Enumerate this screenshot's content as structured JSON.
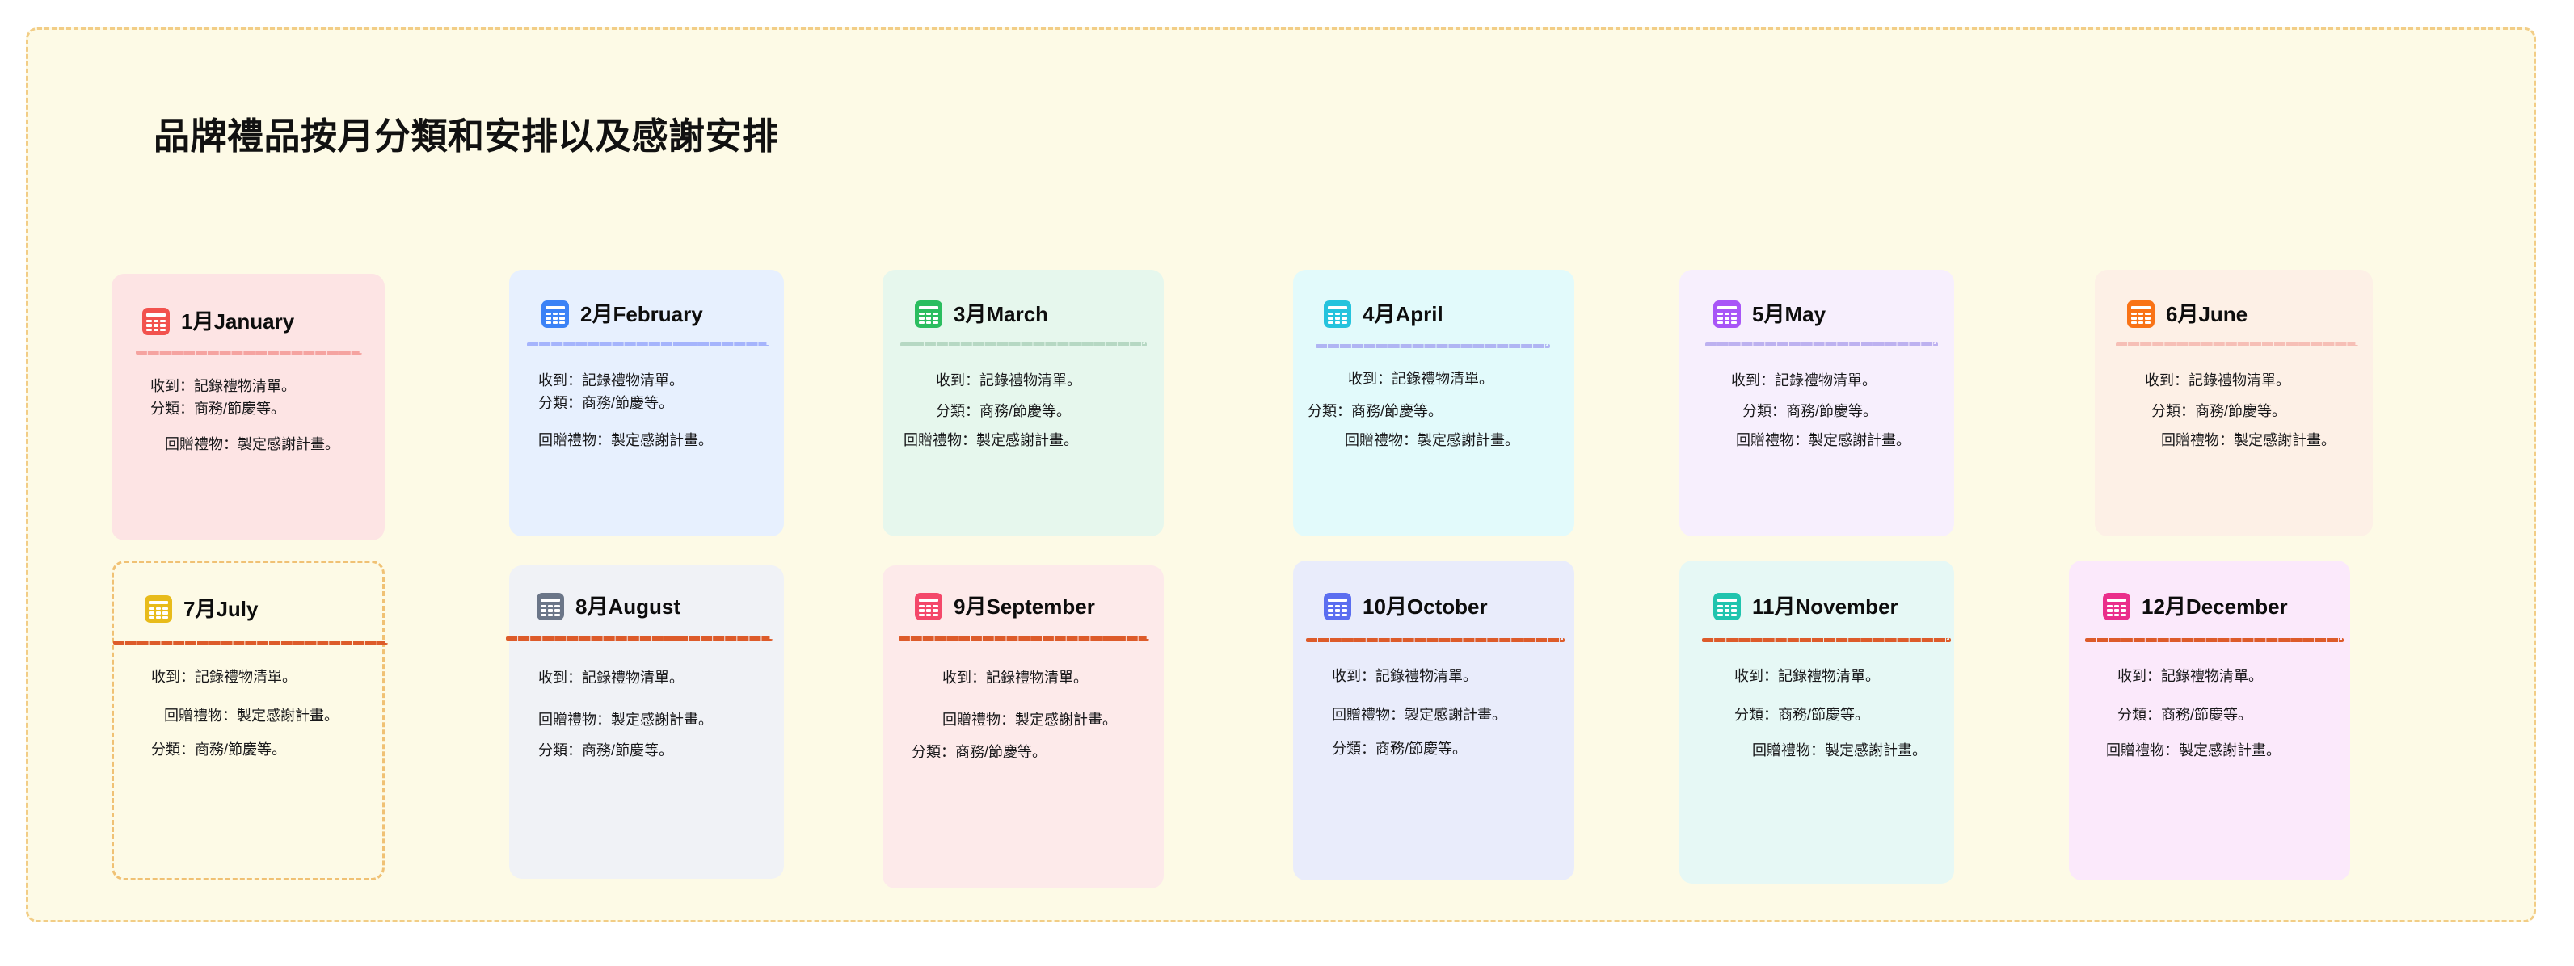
{
  "poster": {
    "title": "品牌禮品按月分類和安排以及感謝安排",
    "background_color": "#fdfae6",
    "border_color": "#f2cd86"
  },
  "labels": {
    "received": "收到：記錄禮物清單。",
    "category": "分類：商務/節慶等。",
    "return_gift": "回贈禮物：製定感謝計畫。"
  },
  "cards": [
    {
      "id": "january",
      "month_label": "1月January",
      "icon": "calendar-icon",
      "icon_color": "#f2524e",
      "card_color": "#fde4e4",
      "divider_color": "#f5a3a0",
      "style": "filled",
      "lines": [
        {
          "key": "received",
          "text": "收到：記錄禮物清單。"
        },
        {
          "key": "category",
          "text": "分類：商務/節慶等。"
        },
        {
          "key": "return_gift",
          "text": "回贈禮物：製定感謝計畫。"
        }
      ]
    },
    {
      "id": "february",
      "month_label": "2月February",
      "icon": "calendar-icon",
      "icon_color": "#3b82f6",
      "card_color": "#e7f0fe",
      "divider_color": "#a5b4fc",
      "style": "filled",
      "lines": [
        {
          "key": "received",
          "text": "收到：記錄禮物清單。"
        },
        {
          "key": "category",
          "text": "分類：商務/節慶等。"
        },
        {
          "key": "return_gift",
          "text": "回贈禮物：製定感謝計畫。"
        }
      ]
    },
    {
      "id": "march",
      "month_label": "3月March",
      "icon": "calendar-icon",
      "icon_color": "#2bbd5f",
      "card_color": "#e6f7ed",
      "divider_color": "#b6d8c3",
      "style": "filled",
      "lines": [
        {
          "key": "received",
          "text": "收到：記錄禮物清單。"
        },
        {
          "key": "category",
          "text": "分類：商務/節慶等。"
        },
        {
          "key": "return_gift",
          "text": "回贈禮物：製定感謝計畫。"
        }
      ]
    },
    {
      "id": "april",
      "month_label": "4月April",
      "icon": "calendar-icon",
      "icon_color": "#25c3dd",
      "card_color": "#e2fafb",
      "divider_color": "#b0b5f3",
      "style": "filled",
      "lines": [
        {
          "key": "received",
          "text": "收到：記錄禮物清單。"
        },
        {
          "key": "category",
          "text": "分類：商務/節慶等。"
        },
        {
          "key": "return_gift",
          "text": "回贈禮物：製定感謝計畫。"
        }
      ]
    },
    {
      "id": "may",
      "month_label": "5月May",
      "icon": "calendar-icon",
      "icon_color": "#a855f7",
      "card_color": "#f7effd",
      "divider_color": "#bdb1f0",
      "style": "filled",
      "lines": [
        {
          "key": "received",
          "text": "收到：記錄禮物清單。"
        },
        {
          "key": "category",
          "text": "分類：商務/節慶等。"
        },
        {
          "key": "return_gift",
          "text": "回贈禮物：製定感謝計畫。"
        }
      ]
    },
    {
      "id": "june",
      "month_label": "6月June",
      "icon": "calendar-icon",
      "icon_color": "#f97316",
      "card_color": "#fdf0e6",
      "divider_color": "#f6bfb6",
      "style": "filled",
      "lines": [
        {
          "key": "received",
          "text": "收到：記錄禮物清單。"
        },
        {
          "key": "category",
          "text": "分類：商務/節慶等。"
        },
        {
          "key": "return_gift",
          "text": "回贈禮物：製定感謝計畫。"
        }
      ]
    },
    {
      "id": "july",
      "month_label": "7月July",
      "icon": "calendar-icon",
      "icon_color": "#e8bb1b",
      "card_color": "transparent",
      "divider_color": "#dd5b2a",
      "style": "dashed",
      "lines": [
        {
          "key": "received",
          "text": "收到：記錄禮物清單。"
        },
        {
          "key": "return_gift",
          "text": "回贈禮物：製定感謝計畫。"
        },
        {
          "key": "category",
          "text": "分類：商務/節慶等。"
        }
      ]
    },
    {
      "id": "august",
      "month_label": "8月August",
      "icon": "calendar-icon",
      "icon_color": "#6b7688",
      "card_color": "#f0f2f6",
      "divider_color": "#dd5b2a",
      "style": "filled",
      "lines": [
        {
          "key": "received",
          "text": "收到：記錄禮物清單。"
        },
        {
          "key": "return_gift",
          "text": "回贈禮物：製定感謝計畫。"
        },
        {
          "key": "category",
          "text": "分類：商務/節慶等。"
        }
      ]
    },
    {
      "id": "september",
      "month_label": "9月September",
      "icon": "calendar-icon",
      "icon_color": "#f4486a",
      "card_color": "#fdeaea",
      "divider_color": "#dd5b2a",
      "style": "filled",
      "lines": [
        {
          "key": "received",
          "text": "收到：記錄禮物清單。"
        },
        {
          "key": "return_gift",
          "text": "回贈禮物：製定感謝計畫。"
        },
        {
          "key": "category",
          "text": "分類：商務/節慶等。"
        }
      ]
    },
    {
      "id": "october",
      "month_label": "10月October",
      "icon": "calendar-icon",
      "icon_color": "#5b6ef0",
      "card_color": "#e9ecfb",
      "divider_color": "#dd5b2a",
      "style": "filled",
      "lines": [
        {
          "key": "received",
          "text": "收到：記錄禮物清單。"
        },
        {
          "key": "return_gift",
          "text": "回贈禮物：製定感謝計畫。"
        },
        {
          "key": "category",
          "text": "分類：商務/節慶等。"
        }
      ]
    },
    {
      "id": "november",
      "month_label": "11月November",
      "icon": "calendar-icon",
      "icon_color": "#20c4ae",
      "card_color": "#e6f8f5",
      "divider_color": "#dd5b2a",
      "style": "filled",
      "lines": [
        {
          "key": "received",
          "text": "收到：記錄禮物清單。"
        },
        {
          "key": "category",
          "text": "分類：商務/節慶等。"
        },
        {
          "key": "return_gift",
          "text": "回贈禮物：製定感謝計畫。"
        }
      ]
    },
    {
      "id": "december",
      "month_label": "12月December",
      "icon": "calendar-icon",
      "icon_color": "#ea2e8b",
      "card_color": "#fbe9fb",
      "divider_color": "#dd5b2a",
      "style": "filled",
      "lines": [
        {
          "key": "received",
          "text": "收到：記錄禮物清單。"
        },
        {
          "key": "category",
          "text": "分類：商務/節慶等。"
        },
        {
          "key": "return_gift",
          "text": "回贈禮物：製定感謝計畫。"
        }
      ]
    }
  ]
}
